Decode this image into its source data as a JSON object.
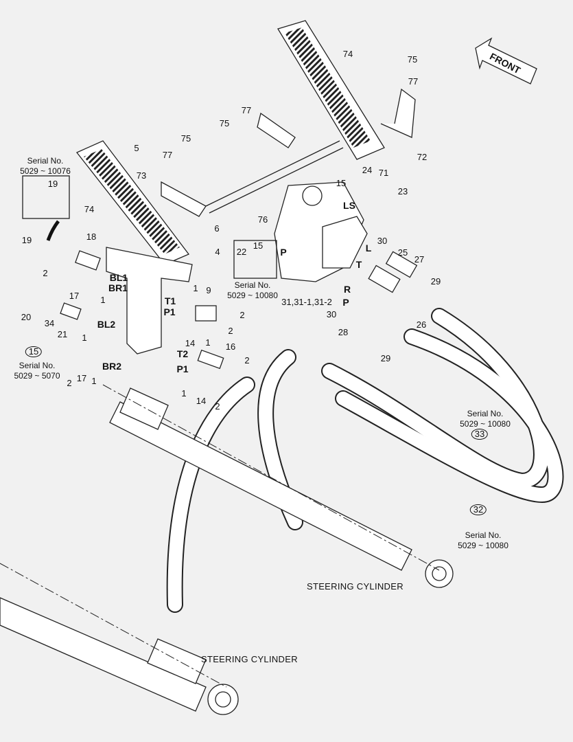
{
  "diagram": {
    "front_label": "FRONT",
    "titles": [
      "STEERING CYLINDER",
      "STEERING CYLINDER"
    ],
    "serial_notes": [
      {
        "line1": "Serial No.",
        "line2": "5029 ~ 10076"
      },
      {
        "line1": "Serial No.",
        "line2": "5029 ~ 5070"
      },
      {
        "line1": "Serial No.",
        "line2": "5029 ~ 10080"
      },
      {
        "line1": "Serial No.",
        "line2": "5029 ~ 10080"
      },
      {
        "line1": "Serial No.",
        "line2": "5029 ~ 10080"
      }
    ],
    "callouts": [
      "5",
      "75",
      "77",
      "73",
      "74",
      "6",
      "4",
      "18",
      "19",
      "2",
      "17",
      "1",
      "BL1",
      "BR1",
      "20",
      "34",
      "21",
      "BL2",
      "1",
      "15",
      "17",
      "2",
      "1",
      "BR2",
      "T1",
      "P1",
      "1",
      "9",
      "2",
      "2",
      "14",
      "1",
      "T2",
      "P1",
      "16",
      "2",
      "1",
      "14",
      "2",
      "74",
      "75",
      "77",
      "77",
      "75",
      "71",
      "72",
      "24",
      "15",
      "23",
      "LS",
      "76",
      "22",
      "15",
      "P",
      "L",
      "30",
      "25",
      "27",
      "T",
      "R",
      "29",
      "P",
      "31,31-1,31-2",
      "30",
      "26",
      "28",
      "29",
      "19",
      "33",
      "32"
    ]
  }
}
